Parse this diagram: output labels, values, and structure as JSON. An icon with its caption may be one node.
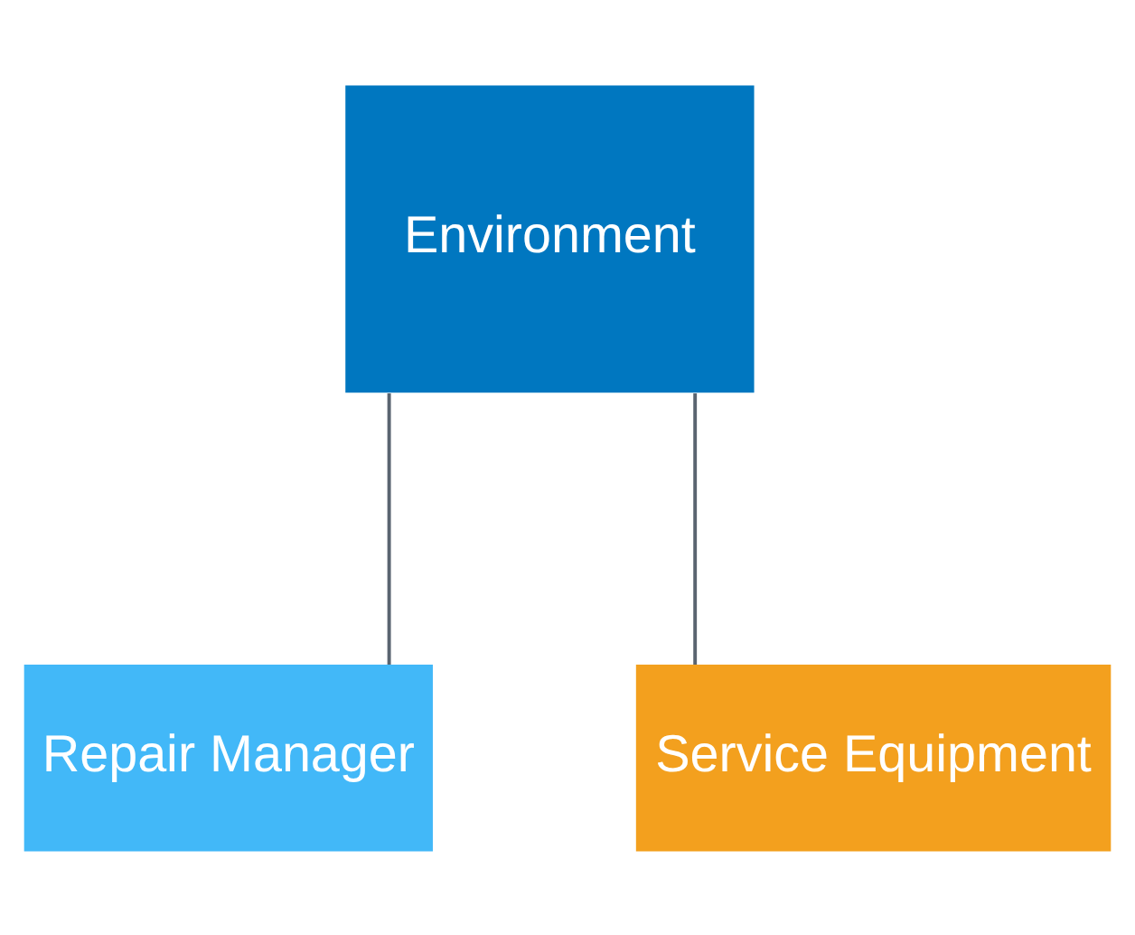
{
  "diagram": {
    "nodes": [
      {
        "text": [
          "Environment"
        ]
      },
      {
        "text": [
          "Repair Manager"
        ]
      },
      {
        "text": [
          "Service Equipment"
        ]
      }
    ],
    "edges": [
      {
        "from": 0,
        "to": 1,
        "arrow": "none"
      },
      {
        "from": 0,
        "to": 2,
        "arrow": "none"
      }
    ]
  }
}
